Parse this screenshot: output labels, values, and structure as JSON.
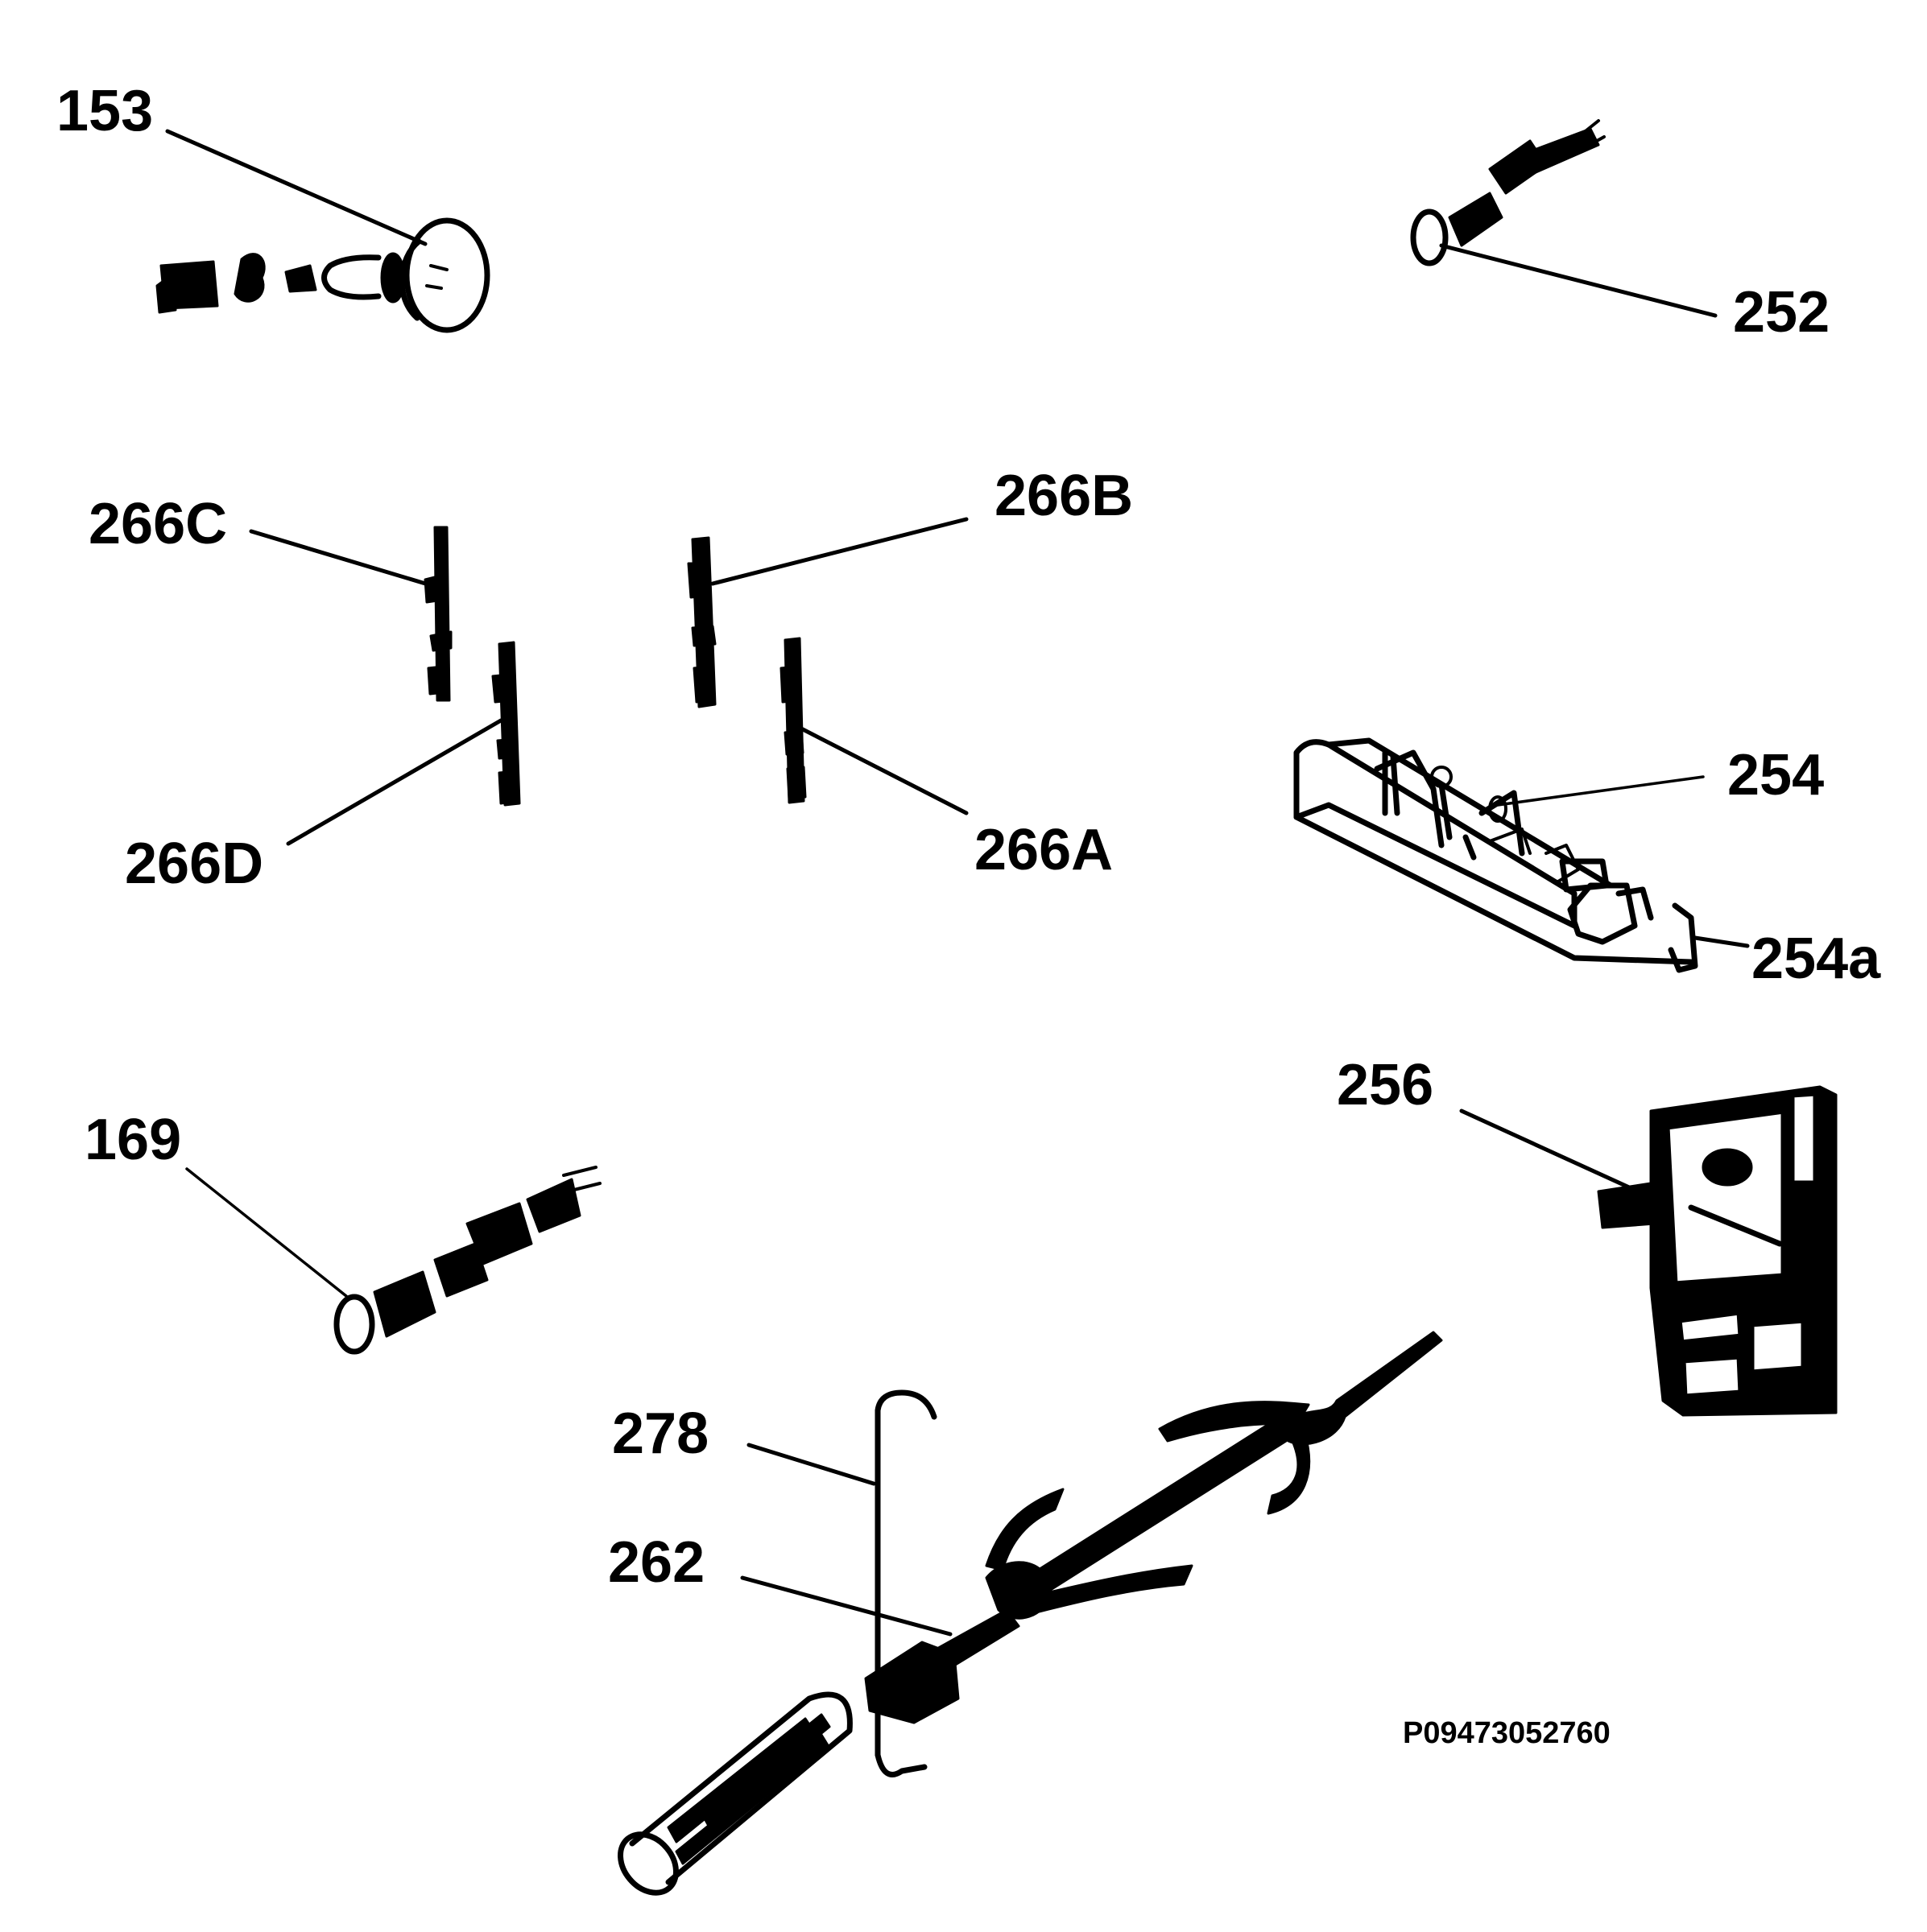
{
  "labels": {
    "p153": "153",
    "p252": "252",
    "p266C": "266C",
    "p266B": "266B",
    "p266D": "266D",
    "p266A": "266A",
    "p254": "254",
    "p254a": "254a",
    "p169": "169",
    "p256": "256",
    "p278": "278",
    "p262": "262"
  },
  "reference_code": "P09473052760"
}
